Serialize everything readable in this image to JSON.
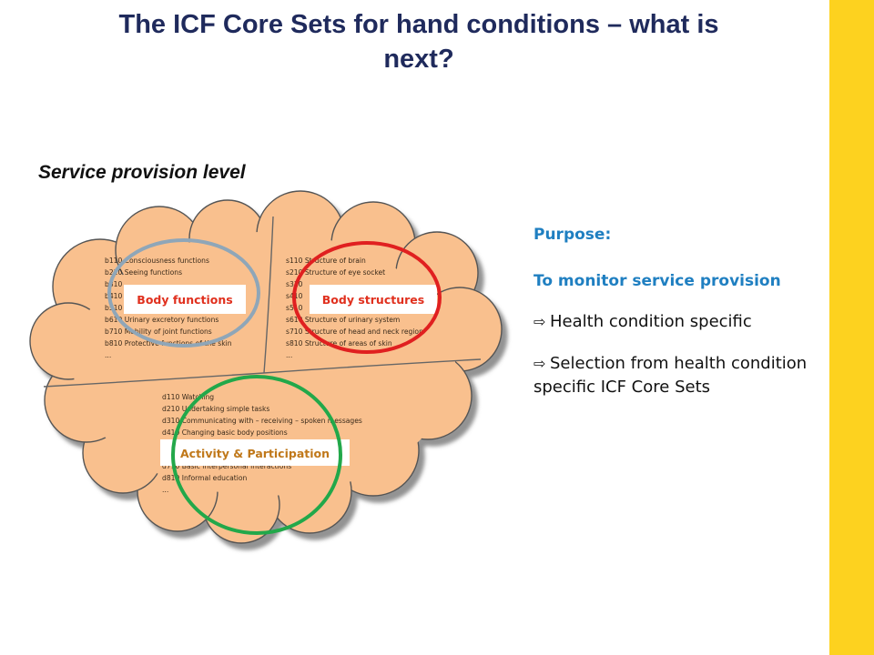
{
  "slide": {
    "title_line1": "The ICF Core Sets for hand conditions – what is",
    "title_line2": "next?",
    "subtitle": "Service provision level"
  },
  "diagram": {
    "body_functions": {
      "label": "Body functions",
      "items": [
        "b110  Consciousness functions",
        "b210  Seeing functions",
        "b310",
        "b410",
        "b510",
        "b610  Urinary excretory functions",
        "b710  Mobility of joint functions",
        "b810  Protective functions of the skin",
        "..."
      ]
    },
    "body_structures": {
      "label": "Body structures",
      "items": [
        "s110  Structure of brain",
        "s210  Structure of eye socket",
        "s310",
        "s410",
        "s510",
        "s610  Structure of urinary system",
        "s710  Structure of head and neck region",
        "s810  Structure of areas of skin",
        "..."
      ]
    },
    "activity_participation": {
      "label": "Activity & Participation",
      "items": [
        "d110  Watching",
        "d210  Undertaking simple tasks",
        "d310  Communicating with – receiving – spoken messages",
        "d410  Changing basic body positions",
        "d710  Basic interpersonal interactions",
        "d810  Informal education",
        "..."
      ]
    }
  },
  "purpose": {
    "heading": "Purpose:",
    "aim": "To monitor service provision",
    "bullets": [
      "Health condition specific",
      "Selection from health condition specific ICF Core Sets"
    ],
    "arrow_icon": "⇨"
  },
  "colors": {
    "title": "#1F2A5C",
    "accent_blue": "#1F7FC1",
    "cloud_fill": "#F9C08E",
    "sidebar_yellow": "#FDD21F",
    "ring_body_functions": "#8FA6B8",
    "ring_body_structures": "#E02020",
    "ring_activity": "#22A84A",
    "label_body_functions": "#E0301E",
    "label_body_structures": "#E0301E",
    "label_activity": "#C0781A"
  }
}
